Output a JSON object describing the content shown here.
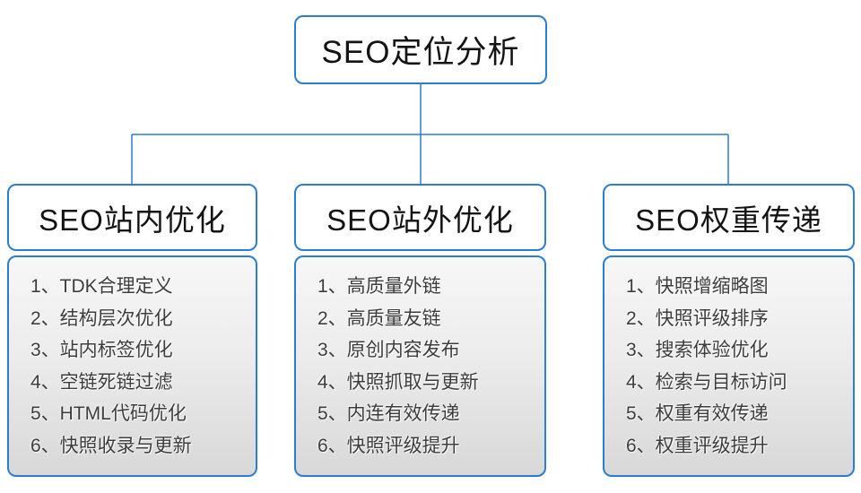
{
  "diagram": {
    "root": {
      "label": "SEO定位分析"
    },
    "branches": [
      {
        "title": "SEO站内优化",
        "items": [
          "1、TDK合理定义",
          "2、结构层次优化",
          "3、站内标签优化",
          "4、空链死链过滤",
          "5、HTML代码优化",
          "6、快照收录与更新"
        ]
      },
      {
        "title": "SEO站外优化",
        "items": [
          "1、高质量外链",
          "2、高质量友链",
          "3、原创内容发布",
          "4、快照抓取与更新",
          "5、内连有效传递",
          "6、快照评级提升"
        ]
      },
      {
        "title": "SEO权重传递",
        "items": [
          "1、快照增缩略图",
          "2、快照评级排序",
          "3、搜索体验优化",
          "4、检索与目标访问",
          "5、权重有效传递",
          "6、权重评级提升"
        ]
      }
    ]
  },
  "colors": {
    "accent_blue": "#2b7dd2",
    "list_gradient_top": "#f7f7f7",
    "list_gradient_bottom": "#d8d8d8",
    "text_dark": "#141414",
    "text_list": "#3d3d3d"
  }
}
